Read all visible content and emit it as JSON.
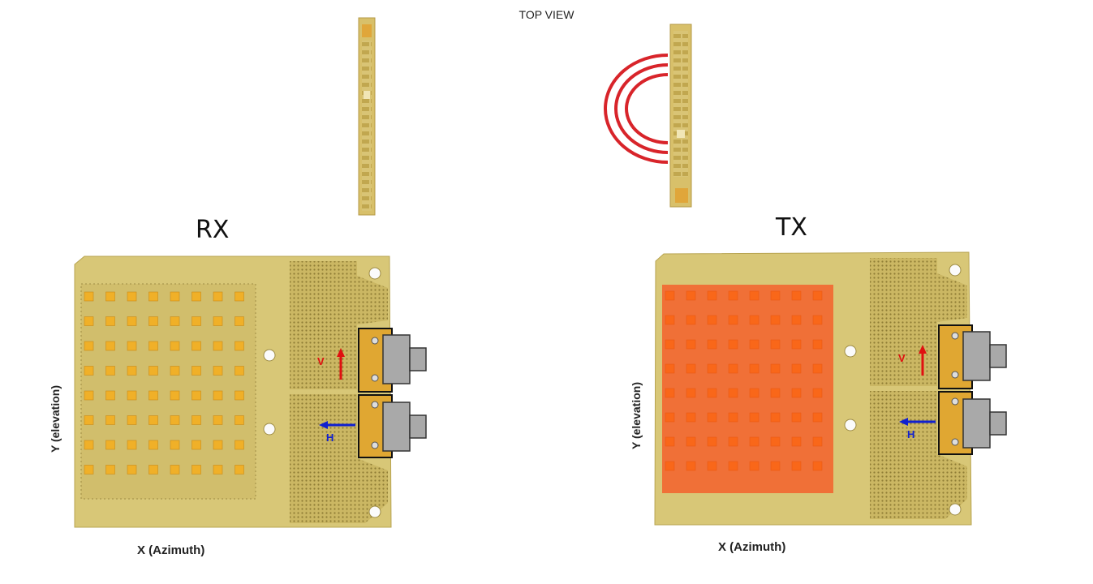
{
  "header": {
    "title": "TOP VIEW"
  },
  "rx": {
    "label": "RX",
    "y_axis": "Y (elevation)",
    "x_axis": "X (Azimuth)",
    "v_label": "V",
    "h_label": "H"
  },
  "tx": {
    "label": "TX",
    "y_axis": "Y (elevation)",
    "x_axis": "X (Azimuth)",
    "v_label": "V",
    "h_label": "H"
  },
  "colors": {
    "board": "#d8c777",
    "patch": "#f0b028",
    "radiating_overlay": "#ff3a10",
    "wave": "#d8242a",
    "v_arrow": "#e01010",
    "h_arrow": "#1020d0"
  }
}
